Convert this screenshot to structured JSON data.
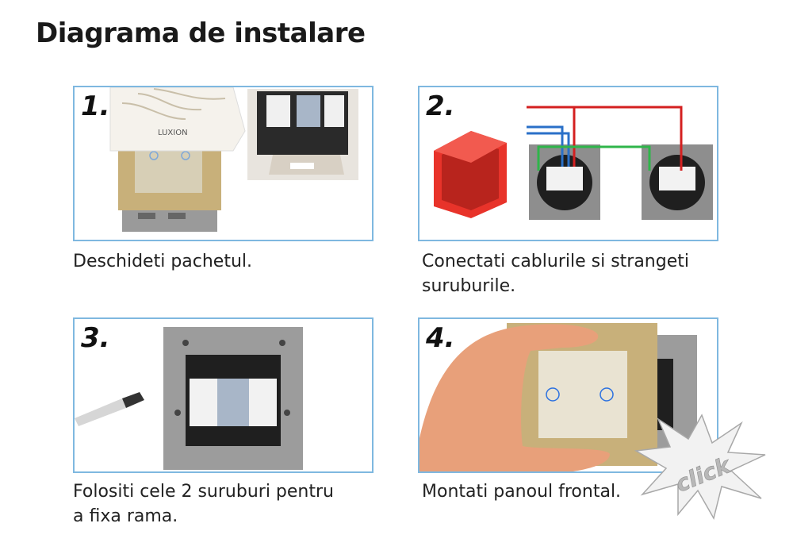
{
  "title": "Diagrama de instalare",
  "steps": [
    {
      "number": "1.",
      "caption": "Deschideti pachetul."
    },
    {
      "number": "2.",
      "caption_line1": "Conectati cablurile si strangeti",
      "caption_line2": "suruburile."
    },
    {
      "number": "3.",
      "caption_line1": "Folositi cele 2 suruburi pentru",
      "caption_line2": "a fixa rama."
    },
    {
      "number": "4.",
      "caption": "Montati panoul frontal."
    }
  ],
  "brand_label": "LUXION",
  "click_label": "click",
  "colors": {
    "border": "#7fb8e0",
    "wire_red": "#d42020",
    "wire_blue": "#2a70c8",
    "wire_green": "#2fb54a",
    "box_red": "#e8332a",
    "gold": "#c8b07a"
  }
}
